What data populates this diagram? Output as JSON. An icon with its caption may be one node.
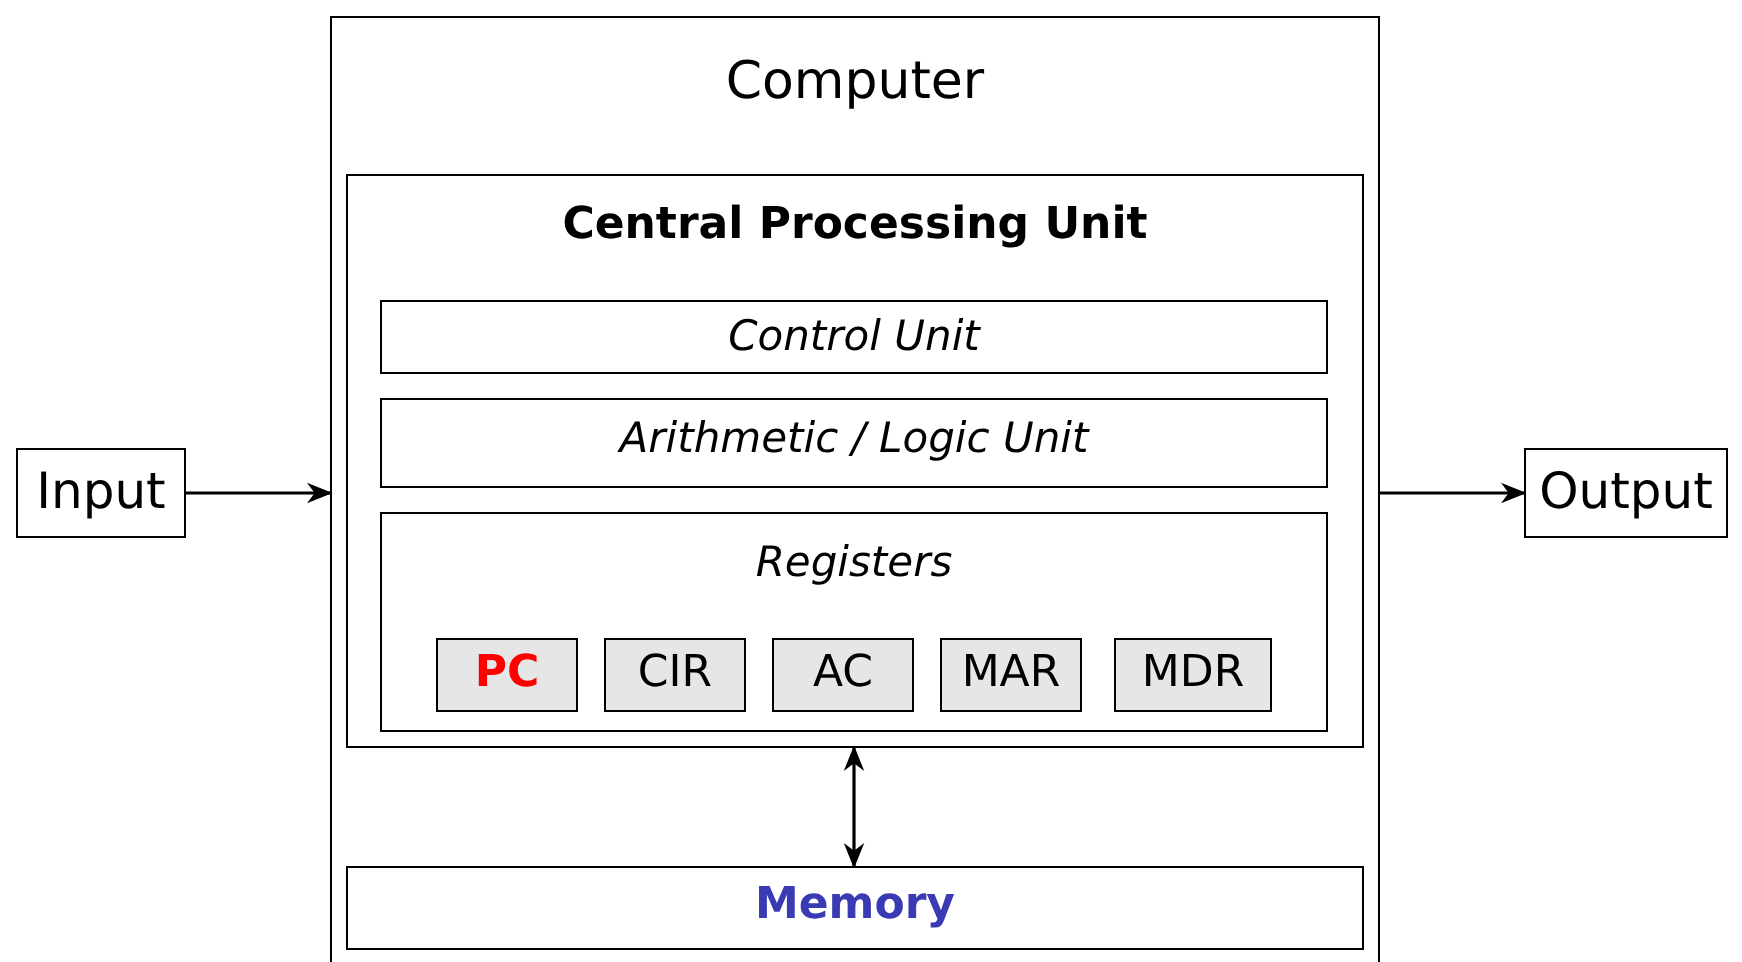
{
  "diagram": {
    "nodes": [
      {
        "text": [
          "Computer"
        ]
      },
      {
        "text": [
          "Central Processing Unit"
        ],
        "in": 0
      },
      {
        "text": [
          "Control Unit"
        ],
        "in": 1
      },
      {
        "text": [
          "Arithmetic / Logic Unit"
        ],
        "in": 1
      },
      {
        "text": [
          "Registers"
        ],
        "in": 1
      },
      {
        "text": [
          "PC"
        ],
        "in": 4
      },
      {
        "text": [
          "CIR"
        ],
        "in": 4
      },
      {
        "text": [
          "AC"
        ],
        "in": 4
      },
      {
        "text": [
          "MAR"
        ],
        "in": 4
      },
      {
        "text": [
          "MDR"
        ],
        "in": 4
      },
      {
        "text": [
          "Memory"
        ],
        "in": 0
      },
      {
        "text": [
          "Input"
        ]
      },
      {
        "text": [
          "Output"
        ]
      }
    ],
    "edges": [
      {
        "from": 11,
        "to": 0,
        "arrow": "to"
      },
      {
        "from": 0,
        "to": 12,
        "arrow": "to"
      },
      {
        "from": 1,
        "to": 10,
        "arrow": "both"
      }
    ]
  }
}
